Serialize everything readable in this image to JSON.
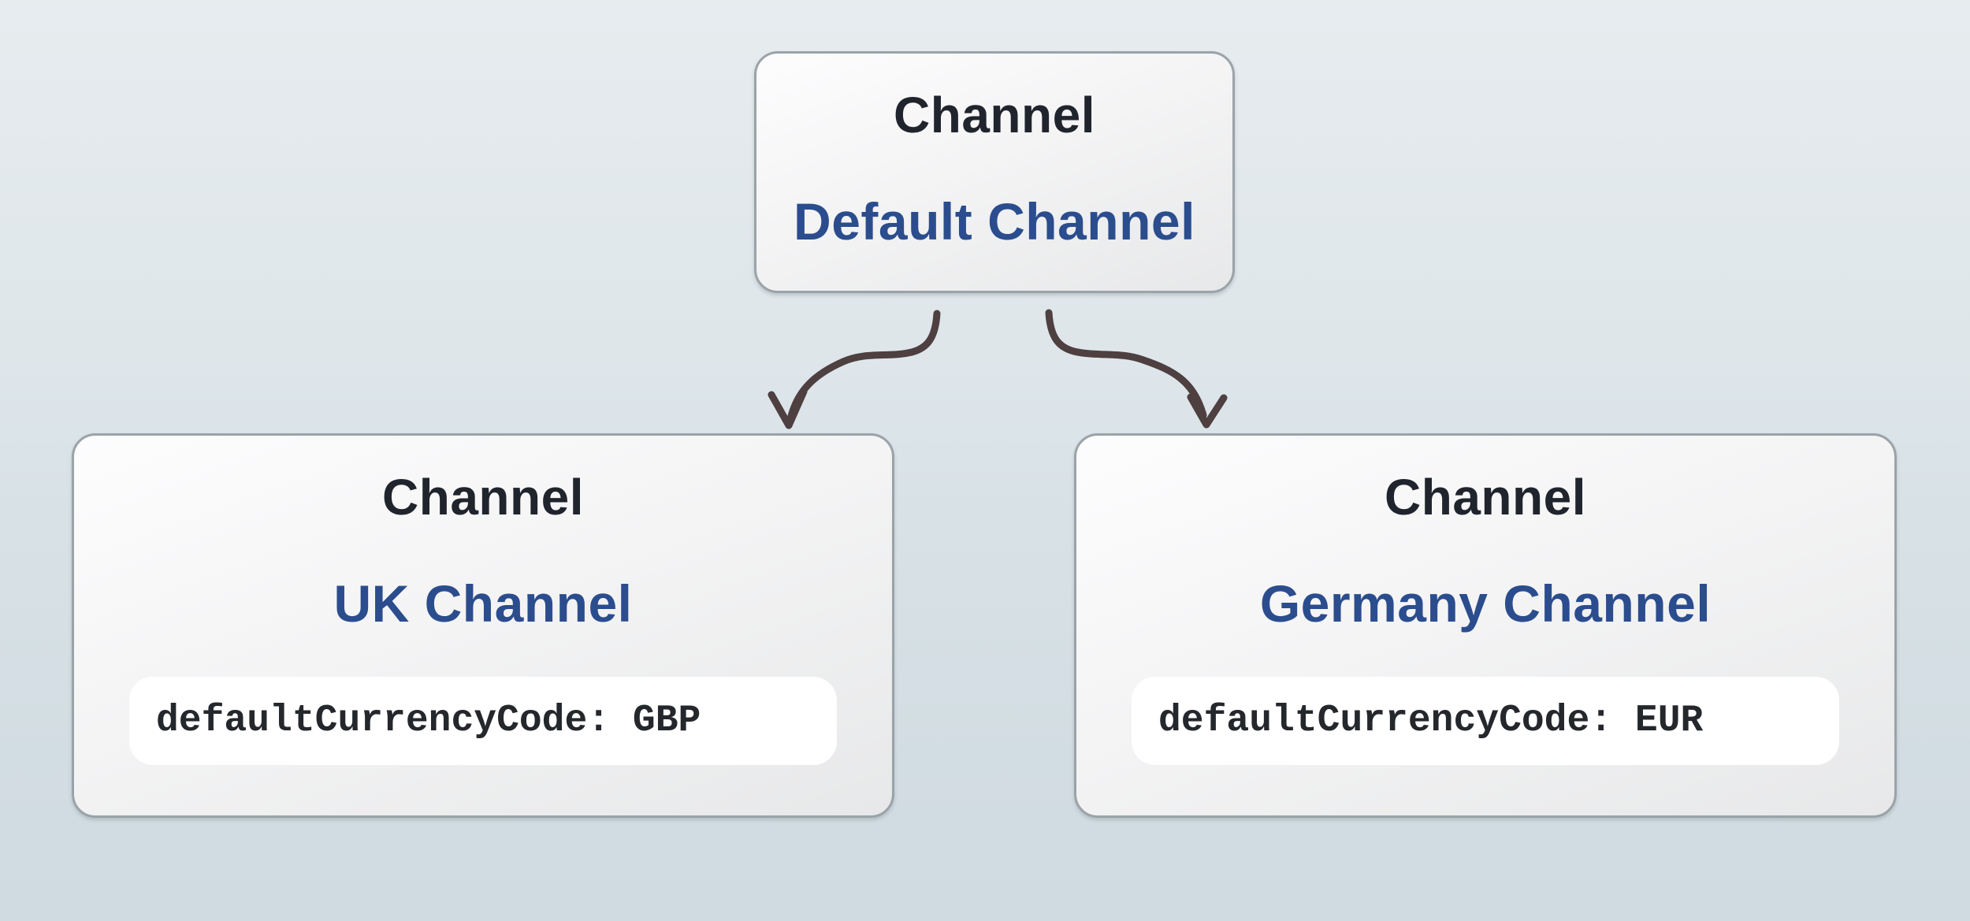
{
  "diagram": {
    "description_colors": {
      "background_top": "#e7ecef",
      "background_bottom": "#cfdae1",
      "node_border": "#9aa3a8",
      "node_fill_top": "#fdfdfe",
      "node_fill_bottom": "#e7e8e9",
      "title_text": "#20242d",
      "name_text": "#2b4d8e",
      "attribute_text": "#24272c",
      "attribute_pill_bg": "#ffffff",
      "arrow": "#4e3f40"
    },
    "nodes": {
      "root": {
        "title": "Channel",
        "name": "Default Channel"
      },
      "uk": {
        "title": "Channel",
        "name": "UK Channel",
        "attribute": "defaultCurrencyCode: GBP"
      },
      "germany": {
        "title": "Channel",
        "name": "Germany Channel",
        "attribute": "defaultCurrencyCode: EUR"
      }
    },
    "edges": [
      {
        "from": "Default Channel",
        "to": "UK Channel"
      },
      {
        "from": "Default Channel",
        "to": "Germany Channel"
      }
    ]
  }
}
